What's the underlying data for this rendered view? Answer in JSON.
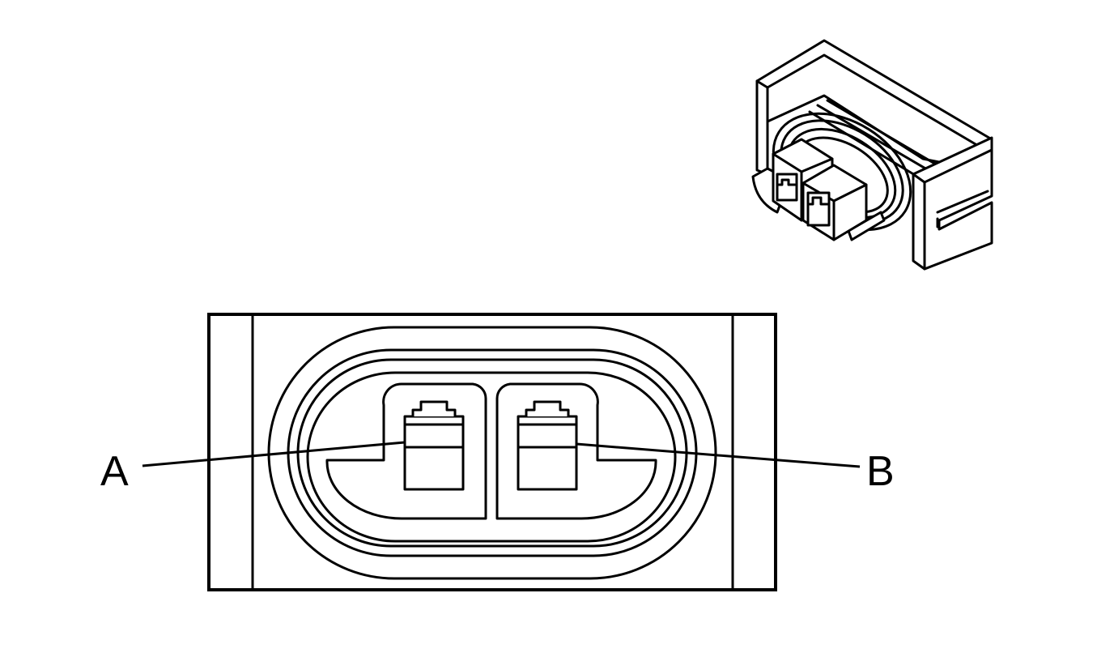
{
  "callouts": [
    {
      "id": "A",
      "label": "A"
    },
    {
      "id": "B",
      "label": "B"
    }
  ],
  "colors": {
    "line": "#000000",
    "background": "#ffffff"
  }
}
